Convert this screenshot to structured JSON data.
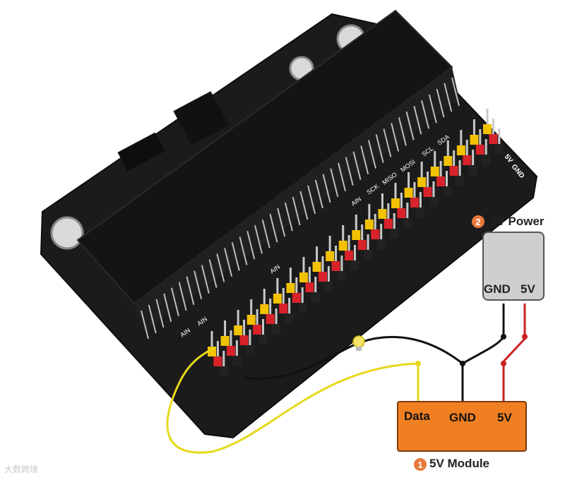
{
  "power": {
    "badge": "2",
    "title": "5V Power",
    "gnd": "GND",
    "v5": "5V"
  },
  "module": {
    "badge": "1",
    "title": "5V Module",
    "data": "Data",
    "gnd": "GND",
    "v5": "5V"
  },
  "board": {
    "header_labels": [
      "AIN",
      "SCK",
      "MISO",
      "MOSI",
      "SCL",
      "SDA"
    ],
    "side_labels": [
      "AIN",
      "AIN",
      "AIN",
      "5V",
      "GND"
    ]
  },
  "colors": {
    "board": "#1b1b1b",
    "signal_pin": "#f2c100",
    "power_pin": "#d8232a",
    "ground_pin": "#222222",
    "gnd_wire": "#111111",
    "power_wire": "#cc1f1f",
    "data_wire": "#e6d81a",
    "module_box": "#f07f22",
    "power_box": "#cfcfcf"
  },
  "watermark": "大数跨境",
  "icons": [
    "bulb-icon"
  ]
}
